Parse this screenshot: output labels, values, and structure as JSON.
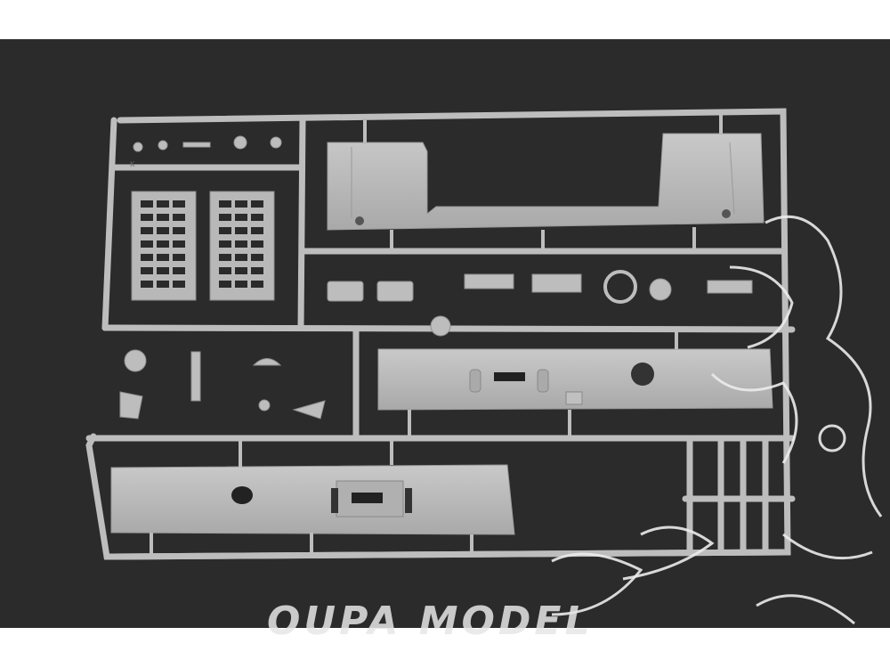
{
  "photo": {
    "subject": "plastic-model-sprue",
    "background_color": "#2b2b2c",
    "plastic_color": "#bdbdbd",
    "sprue_letter": "K"
  },
  "watermark": {
    "text": "OUPA MODEL",
    "color": "#e6e6e6"
  }
}
